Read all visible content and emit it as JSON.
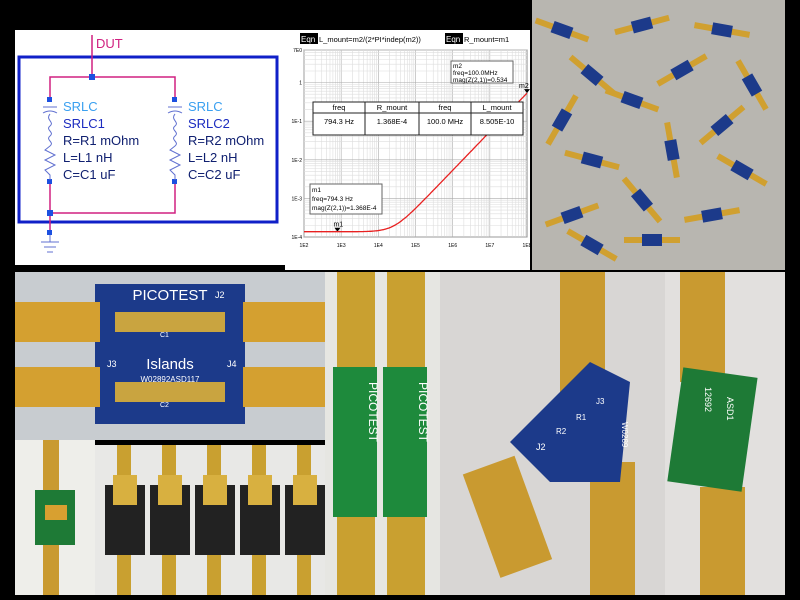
{
  "schematic": {
    "net_label": "DUT",
    "components": [
      {
        "type": "SRLC",
        "name": "SRLC1",
        "r": "R=R1 mOhm",
        "l": "L=L1 nH",
        "c": "C=C1 uF"
      },
      {
        "type": "SRLC",
        "name": "SRLC2",
        "r": "R=R2 mOhm",
        "l": "L=L2 nH",
        "c": "C=C2 uF"
      }
    ]
  },
  "equations": [
    {
      "tag": "Eqn",
      "text": "L_mount=m2/(2*PI*indep(m2))"
    },
    {
      "tag": "Eqn",
      "text": "R_mount=m1"
    }
  ],
  "results_table": {
    "headers": [
      "freq",
      "R_mount",
      "freq",
      "L_mount"
    ],
    "row": [
      "794.3  Hz",
      "1.368E-4",
      "100.0 MHz",
      "8.505E-10"
    ]
  },
  "markers": [
    {
      "name": "m1",
      "lines": [
        "m1",
        "freq=794.3 Hz",
        "mag(Z(2,1))=1.368E-4"
      ],
      "freq": 794.3,
      "value": 0.0001368
    },
    {
      "name": "m2",
      "lines": [
        "m2",
        "freq=100.0MHz",
        "mag(Z(2,1))=0.534"
      ],
      "freq": 100000000,
      "value": 0.534
    }
  ],
  "chart_data": {
    "type": "line",
    "xscale": "log",
    "yscale": "log",
    "xlim": [
      100,
      100000000
    ],
    "ylim": [
      0.0001,
      7
    ],
    "xticks": [
      "1E2",
      "1E3",
      "1E4",
      "1E5",
      "1E6",
      "1E7",
      "1E8"
    ],
    "yticks": [
      "7E0",
      "1",
      "1E-1",
      "1E-2",
      "1E-3",
      "1E-4"
    ],
    "series": [
      {
        "name": "mag(Z(2,1))",
        "color": "#e82020",
        "R": 0.0001368,
        "L": 8.505e-10
      }
    ],
    "grid": true
  },
  "photos": {
    "board_labels": [
      "PICOTEST",
      "J2",
      "Islands",
      "W02892ASD117",
      "J3",
      "J4",
      "C2",
      "C1"
    ],
    "green_label": "PICOTEST",
    "y_board_labels": [
      "J2",
      "R2",
      "R1",
      "J3",
      "W0289"
    ],
    "green_single_labels": [
      "12692",
      "ASD1"
    ]
  }
}
